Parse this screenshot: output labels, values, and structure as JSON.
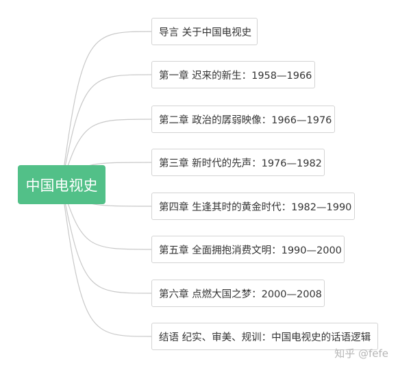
{
  "mindmap": {
    "root": {
      "label": "中国电视史"
    },
    "branches": [
      {
        "label": "导言 关于中国电视史"
      },
      {
        "label": "第一章 迟来的新生：1958—1966"
      },
      {
        "label": "第二章 政治的孱弱映像：1966—1976"
      },
      {
        "label": "第三章 新时代的先声：1976—1982"
      },
      {
        "label": "第四章 生逢其时的黄金时代：1982—1990"
      },
      {
        "label": "第五章 全面拥抱消费文明：1990—2000"
      },
      {
        "label": "第六章 点燃大国之梦：2000—2008"
      },
      {
        "label": "结语 纪实、审美、规训：中国电视史的话语逻辑"
      }
    ]
  },
  "watermark": "知乎 @fefe",
  "colors": {
    "root_fill": "#52c088",
    "line": "#c8c8c8",
    "node_border": "#d3d3d3"
  }
}
